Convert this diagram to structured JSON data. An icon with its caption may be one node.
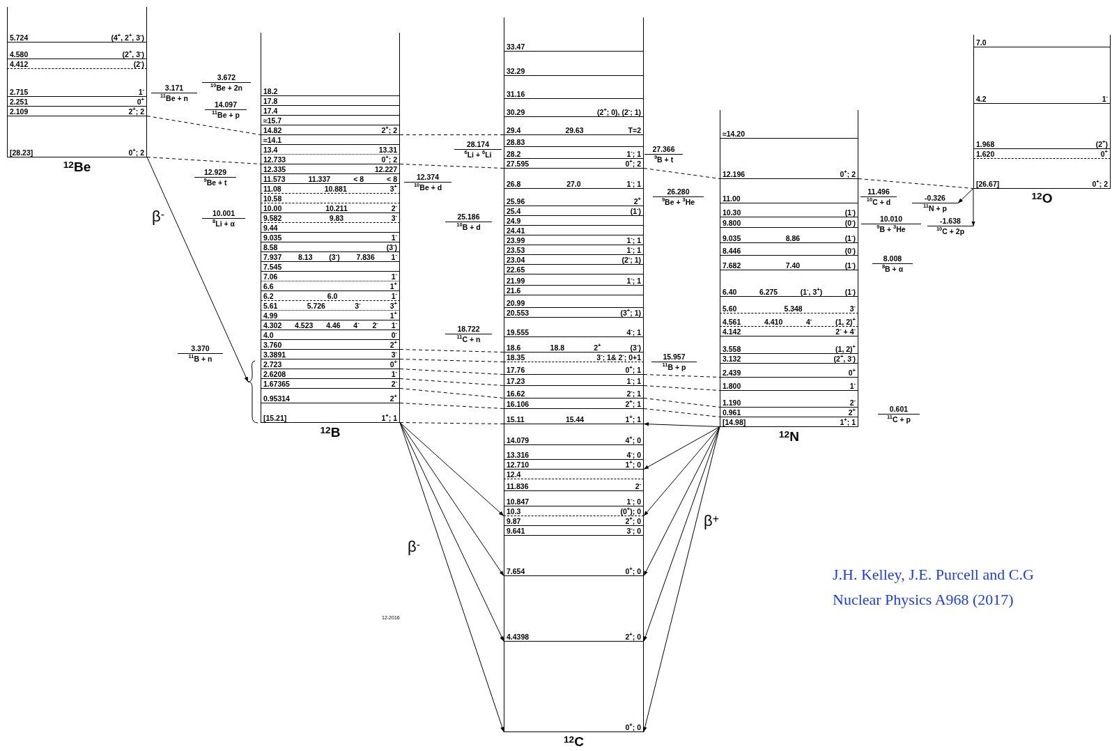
{
  "diagram": {
    "nodes": [
      {
        "text": [
          "$^{12}$Be"
        ]
      },
      {
        "text": [
          "5.724",
          "(4$^{+}$, 2$^{+}$, 3$^{-}$)"
        ],
        "in": 0
      },
      {
        "text": [
          "4.580",
          "(2$^{+}$, 3$^{-}$)"
        ],
        "in": 0
      },
      {
        "text": [
          "4.412",
          "(2$^{-}$)"
        ],
        "in": 0
      },
      {
        "text": [
          "2.715",
          "1$^{-}$"
        ],
        "in": 0
      },
      {
        "text": [
          "2.251",
          "0$^{+}$"
        ],
        "in": 0
      },
      {
        "text": [
          "2.109",
          "2$^{+}$; 2"
        ],
        "in": 0
      },
      {
        "text": [
          "[28.23]",
          "0$^{+}$; 2"
        ],
        "in": 0
      },
      {
        "text": [
          "$^{12}$B"
        ]
      },
      {
        "text": [
          "18.2"
        ],
        "in": 8
      },
      {
        "text": [
          "17.8"
        ],
        "in": 8
      },
      {
        "text": [
          "17.4"
        ],
        "in": 8
      },
      {
        "text": [
          "≈15.7"
        ],
        "in": 8
      },
      {
        "text": [
          "14.82",
          "2$^{+}$; 2"
        ],
        "in": 8
      },
      {
        "text": [
          "≈14.1"
        ],
        "in": 8
      },
      {
        "text": [
          "13.4",
          "13.31"
        ],
        "in": 8
      },
      {
        "text": [
          "12.733",
          "0$^{+}$; 2"
        ],
        "in": 8
      },
      {
        "text": [
          "12.335",
          "12.227"
        ],
        "in": 8
      },
      {
        "text": [
          "11.573",
          "11.337",
          "< 8",
          "< 8"
        ],
        "in": 8
      },
      {
        "text": [
          "11.08",
          "10.881",
          "3$^{+}$"
        ],
        "in": 8
      },
      {
        "text": [
          "10.58"
        ],
        "in": 8
      },
      {
        "text": [
          "10.00",
          "10.211",
          "2$^{-}$"
        ],
        "in": 8
      },
      {
        "text": [
          "9.582",
          "9.83",
          "3$^{-}$"
        ],
        "in": 8
      },
      {
        "text": [
          "9.44"
        ],
        "in": 8
      },
      {
        "text": [
          "9.035",
          "1$^{-}$"
        ],
        "in": 8
      },
      {
        "text": [
          "8.58",
          "(3$^{-}$)"
        ],
        "in": 8
      },
      {
        "text": [
          "7.937",
          "8.13",
          "(3$^{-}$)",
          "7.836",
          "1$^{-}$"
        ],
        "in": 8
      },
      {
        "text": [
          "7.545"
        ],
        "in": 8
      },
      {
        "text": [
          "7.06",
          "1$^{-}$"
        ],
        "in": 8
      },
      {
        "text": [
          "6.6",
          "1$^{+}$"
        ],
        "in": 8
      },
      {
        "text": [
          "6.2",
          "6.0",
          "1$^{-}$"
        ],
        "in": 8
      },
      {
        "text": [
          "5.61",
          "5.726",
          "3$^{-}$",
          "3$^{+}$"
        ],
        "in": 8
      },
      {
        "text": [
          "4.99",
          "1$^{+}$"
        ],
        "in": 8
      },
      {
        "text": [
          "4.302",
          "4.523",
          "4.46",
          "4$^{-}$",
          "2$^{-}$",
          "1$^{-}$"
        ],
        "in": 8
      },
      {
        "text": [
          "4.0",
          "0$^{-}$"
        ],
        "in": 8
      },
      {
        "text": [
          "3.760",
          "2$^{+}$"
        ],
        "in": 8
      },
      {
        "text": [
          "3.3891",
          "3$^{-}$"
        ],
        "in": 8
      },
      {
        "text": [
          "2.723",
          "0$^{+}$"
        ],
        "in": 8
      },
      {
        "text": [
          "2.6208",
          "1$^{-}$"
        ],
        "in": 8
      },
      {
        "text": [
          "1.67365",
          "2$^{-}$"
        ],
        "in": 8
      },
      {
        "text": [
          "0.95314",
          "2$^{+}$"
        ],
        "in": 8
      },
      {
        "text": [
          "[15.21]",
          "1$^{+}$; 1"
        ],
        "in": 8
      },
      {
        "text": [
          "$^{12}$C"
        ]
      },
      {
        "text": [
          "33.47"
        ],
        "in": 42
      },
      {
        "text": [
          "32.29"
        ],
        "in": 42
      },
      {
        "text": [
          "31.16"
        ],
        "in": 42
      },
      {
        "text": [
          "30.29",
          "(2$^{+}$; 0), (2$^{-}$; 1)"
        ],
        "in": 42
      },
      {
        "text": [
          "29.4",
          "29.63",
          "T=2"
        ],
        "in": 42
      },
      {
        "text": [
          "28.83"
        ],
        "in": 42
      },
      {
        "text": [
          "28.2",
          "1$^{-}$; 1"
        ],
        "in": 42
      },
      {
        "text": [
          "27.595",
          "0$^{+}$; 2"
        ],
        "in": 42
      },
      {
        "text": [
          "26.8",
          "27.0",
          "1$^{-}$; 1"
        ],
        "in": 42
      },
      {
        "text": [
          "25.96",
          "2$^{+}$"
        ],
        "in": 42
      },
      {
        "text": [
          "25.4",
          "(1$^{-}$)"
        ],
        "in": 42
      },
      {
        "text": [
          "24.9"
        ],
        "in": 42
      },
      {
        "text": [
          "24.41"
        ],
        "in": 42
      },
      {
        "text": [
          "23.99",
          "1$^{-}$; 1"
        ],
        "in": 42
      },
      {
        "text": [
          "23.53",
          "1$^{-}$; 1"
        ],
        "in": 42
      },
      {
        "text": [
          "23.04",
          "(2$^{-}$; 1)"
        ],
        "in": 42
      },
      {
        "text": [
          "22.65"
        ],
        "in": 42
      },
      {
        "text": [
          "21.99",
          "1$^{-}$; 1"
        ],
        "in": 42
      },
      {
        "text": [
          "21.6"
        ],
        "in": 42
      },
      {
        "text": [
          "20.99"
        ],
        "in": 42
      },
      {
        "text": [
          "20.553",
          "(3$^{+}$; 1)"
        ],
        "in": 42
      },
      {
        "text": [
          "19.555",
          "4$^{-}$; 1"
        ],
        "in": 42
      },
      {
        "text": [
          "18.6",
          "18.8",
          "2$^{+}$",
          "(3$^{-}$)"
        ],
        "in": 42
      },
      {
        "text": [
          "18.35",
          "3$^{-}$; 1& 2$^{-}$; 0+1"
        ],
        "in": 42
      },
      {
        "text": [
          "17.76",
          "0$^{+}$; 1"
        ],
        "in": 42
      },
      {
        "text": [
          "17.23",
          "1$^{-}$; 1"
        ],
        "in": 42
      },
      {
        "text": [
          "16.62",
          "2$^{-}$; 1"
        ],
        "in": 42
      },
      {
        "text": [
          "16.106",
          "2$^{+}$; 1"
        ],
        "in": 42
      },
      {
        "text": [
          "15.11",
          "15.44",
          "1$^{+}$; 1"
        ],
        "in": 42
      },
      {
        "text": [
          "14.079",
          "4$^{+}$; 0"
        ],
        "in": 42
      },
      {
        "text": [
          "13.316",
          "4$^{-}$; 0"
        ],
        "in": 42
      },
      {
        "text": [
          "12.710",
          "1$^{+}$; 0"
        ],
        "in": 42
      },
      {
        "text": [
          "12.4"
        ],
        "in": 42
      },
      {
        "text": [
          "11.836",
          "2$^{-}$"
        ],
        "in": 42
      },
      {
        "text": [
          "10.847",
          "1$^{-}$; 0"
        ],
        "in": 42
      },
      {
        "text": [
          "10.3",
          "(0$^{+}$); 0"
        ],
        "in": 42
      },
      {
        "text": [
          "9.87",
          "2$^{+}$; 0"
        ],
        "in": 42
      },
      {
        "text": [
          "9.641",
          "3$^{-}$; 0"
        ],
        "in": 42
      },
      {
        "text": [
          "7.654",
          "0$^{+}$; 0"
        ],
        "in": 42
      },
      {
        "text": [
          "4.4398",
          "2$^{+}$; 0"
        ],
        "in": 42
      },
      {
        "text": [
          "0$^{+}$; 0"
        ],
        "in": 42
      },
      {
        "text": [
          "$^{12}$N"
        ]
      },
      {
        "text": [
          "≈14.20"
        ],
        "in": 84
      },
      {
        "text": [
          "12.196",
          "0$^{+}$; 2"
        ],
        "in": 84
      },
      {
        "text": [
          "11.00"
        ],
        "in": 84
      },
      {
        "text": [
          "10.30",
          "(1$^{-}$)"
        ],
        "in": 84
      },
      {
        "text": [
          "9.800",
          "(0$^{-}$)"
        ],
        "in": 84
      },
      {
        "text": [
          "9.035",
          "8.86",
          "(1$^{-}$)"
        ],
        "in": 84
      },
      {
        "text": [
          "8.446",
          "(0$^{-}$)"
        ],
        "in": 84
      },
      {
        "text": [
          "7.682",
          "7.40",
          "(1$^{-}$)"
        ],
        "in": 84
      },
      {
        "text": [
          "6.40",
          "6.275",
          "(1$^{-}$, 3$^{+}$)",
          "(1$^{-}$)"
        ],
        "in": 84
      },
      {
        "text": [
          "5.60",
          "5.348",
          "3$^{-}$"
        ],
        "in": 84
      },
      {
        "text": [
          "4.561",
          "4.410",
          "4$^{-}$",
          "(1, 2)$^{+}$"
        ],
        "in": 84
      },
      {
        "text": [
          "4.142",
          "2$^{-}$ + 4$^{-}$"
        ],
        "in": 84
      },
      {
        "text": [
          "3.558",
          "(1, 2)$^{+}$"
        ],
        "in": 84
      },
      {
        "text": [
          "3.132",
          "(2$^{+}$, 3$^{-}$)"
        ],
        "in": 84
      },
      {
        "text": [
          "2.439",
          "0$^{+}$"
        ],
        "in": 84
      },
      {
        "text": [
          "1.800",
          "1$^{-}$"
        ],
        "in": 84
      },
      {
        "text": [
          "1.190",
          "2$^{-}$"
        ],
        "in": 84
      },
      {
        "text": [
          "0.961",
          "2$^{+}$"
        ],
        "in": 84
      },
      {
        "text": [
          "[14.98]",
          "1$^{+}$; 1"
        ],
        "in": 84
      },
      {
        "text": [
          "$^{12}$O"
        ]
      },
      {
        "text": [
          "7.0"
        ],
        "in": 104
      },
      {
        "text": [
          "4.2",
          "1$^{-}$"
        ],
        "in": 104
      },
      {
        "text": [
          "1.968",
          "(2$^{+}$)"
        ],
        "in": 104
      },
      {
        "text": [
          "1.620",
          "0$^{+}$"
        ],
        "in": 104
      },
      {
        "text": [
          "[26.67]",
          "0$^{+}$; 2"
        ],
        "in": 104
      },
      {
        "text": [
          "3.171",
          "$^{11}$Be + n"
        ]
      },
      {
        "text": [
          "3.672",
          "$^{10}$Be + 2n"
        ]
      },
      {
        "text": [
          "14.097",
          "$^{11}$Be + p"
        ]
      },
      {
        "text": [
          "12.929",
          "$^{9}$Be + t"
        ]
      },
      {
        "text": [
          "10.001",
          "$^{8}$Li + α"
        ]
      },
      {
        "text": [
          "3.370",
          "$^{11}$B + n"
        ]
      },
      {
        "text": [
          "12.374",
          "$^{10}$Be + d"
        ]
      },
      {
        "text": [
          "28.174",
          "$^{6}$Li + $^{6}$Li"
        ]
      },
      {
        "text": [
          "25.186",
          "$^{10}$B + d"
        ]
      },
      {
        "text": [
          "18.722",
          "$^{11}$C + n"
        ]
      },
      {
        "text": [
          "27.366",
          "$^{9}$B + t"
        ]
      },
      {
        "text": [
          "26.280",
          "$^{9}$Be + $^{3}$He"
        ]
      },
      {
        "text": [
          "15.957",
          "$^{11}$B + p"
        ]
      },
      {
        "text": [
          "11.496",
          "$^{10}$C + d"
        ]
      },
      {
        "text": [
          "10.010",
          "$^{9}$B + $^{3}$He"
        ]
      },
      {
        "text": [
          "8.008",
          "$^{8}$B + α"
        ]
      },
      {
        "text": [
          "0.601",
          "$^{11}$C + p"
        ]
      },
      {
        "text": [
          "-0.326",
          "$^{11}$N + p"
        ]
      },
      {
        "text": [
          "-1.638",
          "$^{10}$C + 2p"
        ]
      },
      {
        "text": [],
        "shape": "bracket"
      }
    ],
    "edges": [
      {
        "from": 6,
        "to": 13,
        "arrow": "none",
        "style": "dashed"
      },
      {
        "from": 13,
        "to": 47,
        "arrow": "none",
        "style": "dashed"
      },
      {
        "from": 7,
        "to": 16,
        "arrow": "none",
        "style": "dashed"
      },
      {
        "from": 16,
        "to": 50,
        "arrow": "none",
        "style": "dashed"
      },
      {
        "from": 50,
        "to": 86,
        "arrow": "none",
        "style": "dashed"
      },
      {
        "from": 86,
        "to": 109,
        "arrow": "none",
        "style": "dashed"
      },
      {
        "from": 35,
        "to": 65,
        "arrow": "none",
        "style": "dashed"
      },
      {
        "from": 36,
        "to": 66,
        "arrow": "none",
        "style": "dashed"
      },
      {
        "from": 37,
        "to": 67,
        "arrow": "none",
        "style": "dashed"
      },
      {
        "from": 38,
        "to": 68,
        "arrow": "none",
        "style": "dashed"
      },
      {
        "from": 39,
        "to": 69,
        "arrow": "none",
        "style": "dashed"
      },
      {
        "from": 40,
        "to": 70,
        "arrow": "none",
        "style": "dashed"
      },
      {
        "from": 41,
        "to": 71,
        "arrow": "none",
        "style": "dashed"
      },
      {
        "from": 67,
        "to": 99,
        "arrow": "none",
        "style": "dashed"
      },
      {
        "from": 68,
        "to": 100,
        "arrow": "none",
        "style": "dashed"
      },
      {
        "from": 69,
        "to": 101,
        "arrow": "none",
        "style": "dashed"
      },
      {
        "from": 70,
        "to": 102,
        "arrow": "none",
        "style": "dashed"
      },
      {
        "from": 103,
        "to": 71,
        "arrow": "to"
      },
      {
        "from": 7,
        "to": 129,
        "arrow": "to"
      },
      {
        "from": 41,
        "to": 78,
        "arrow": "to"
      },
      {
        "from": 41,
        "to": 81,
        "arrow": "to"
      },
      {
        "from": 41,
        "to": 82,
        "arrow": "to"
      },
      {
        "from": 41,
        "to": 83,
        "arrow": "to"
      },
      {
        "from": 103,
        "to": 74,
        "arrow": "to"
      },
      {
        "from": 103,
        "to": 78,
        "arrow": "to"
      },
      {
        "from": 103,
        "to": 81,
        "arrow": "to"
      },
      {
        "from": 103,
        "to": 82,
        "arrow": "to"
      },
      {
        "from": 103,
        "to": 83,
        "arrow": "to"
      },
      {
        "from": 109,
        "to": 127,
        "arrow": "to"
      },
      {
        "from": 109,
        "to": 128,
        "arrow": "to"
      }
    ],
    "labels": [
      "β$^{-}$",
      "β$^{-}$",
      "β$^{+}$",
      "12-2016",
      "J.H. Kelley, J.E. Purcell and C.G",
      "Nuclear Physics A968 (2017)"
    ]
  }
}
